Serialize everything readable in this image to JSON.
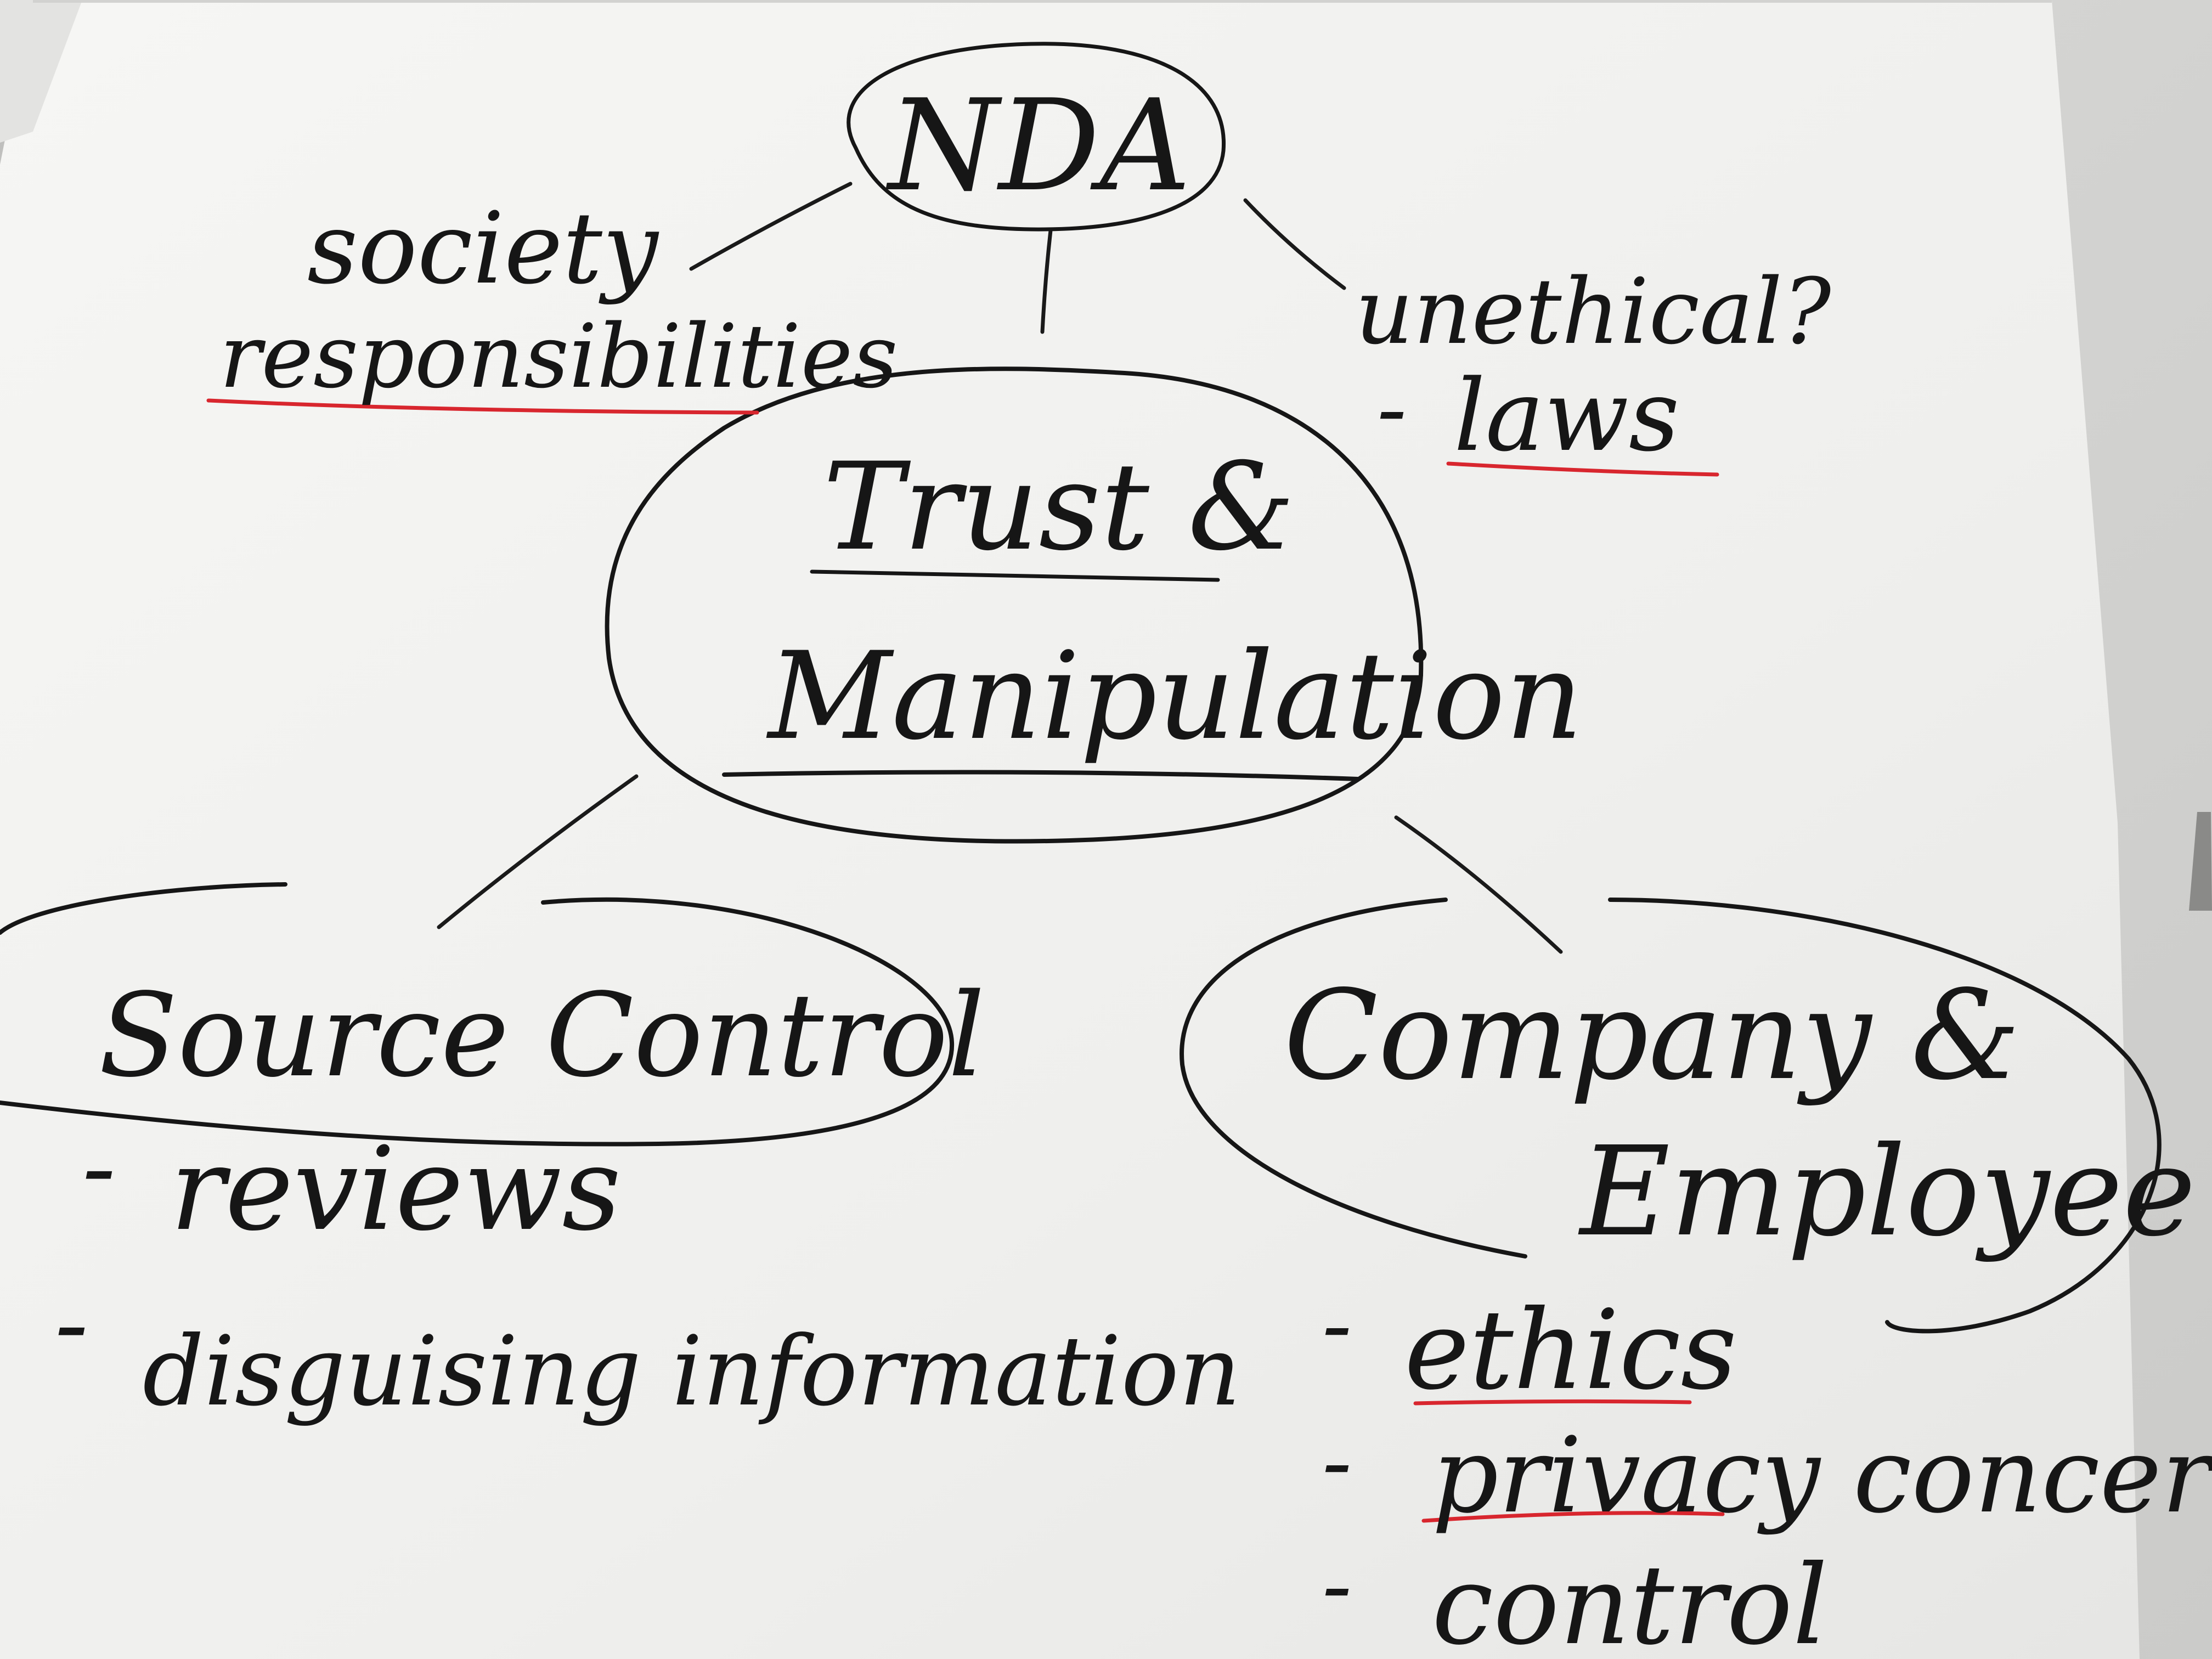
{
  "diagram": {
    "center": {
      "line1": "Trust &",
      "line2": "Manipulation"
    },
    "top_node": {
      "label": "NDA"
    },
    "top_left_note": {
      "line1": "society",
      "line2": "responsibilities"
    },
    "top_right_note": {
      "line1": "unethical?",
      "dash": "-",
      "item": "laws"
    },
    "left_node": {
      "label": "Source Control",
      "items": [
        {
          "dash": "-",
          "text": "reviews"
        },
        {
          "dash": "-",
          "text": "disguising information"
        }
      ]
    },
    "right_node": {
      "line1": "Company &",
      "line2": "Employee",
      "items": [
        {
          "dash": "-",
          "text": "ethics"
        },
        {
          "dash": "-",
          "text": "privacy",
          "rest": " concern"
        },
        {
          "dash": "-",
          "text": "control"
        }
      ]
    }
  },
  "colors": {
    "marker_black": "#161616",
    "marker_red": "#d8262e",
    "paper": "#f3f3f1"
  }
}
